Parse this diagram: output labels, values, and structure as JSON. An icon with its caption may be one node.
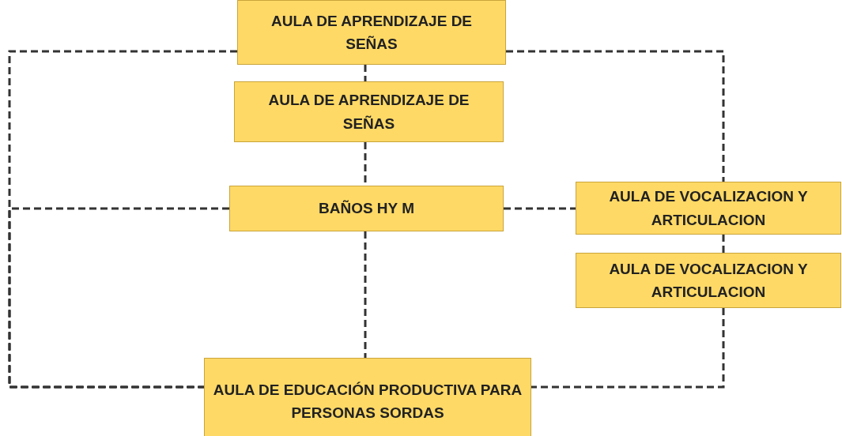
{
  "diagram": {
    "nodes": [
      {
        "text": [
          "AULA DE APRENDIZAJE DE SEÑAS"
        ]
      },
      {
        "text": [
          "AULA DE APRENDIZAJE DE SEÑAS"
        ]
      },
      {
        "text": [
          "BAÑOS HY M"
        ]
      },
      {
        "text": [
          "AULA DE VOCALIZACION Y ARTICULACION"
        ]
      },
      {
        "text": [
          "AULA DE VOCALIZACION Y ARTICULACION"
        ]
      },
      {
        "text": [
          "AULA DE EDUCACIÓN PRODUCTIVA PARA PERSONAS SORDAS"
        ]
      }
    ],
    "edges": [
      {
        "from": 0,
        "to": 1,
        "arrow": "none",
        "style": "dashed"
      },
      {
        "from": 1,
        "to": 2,
        "arrow": "none",
        "style": "dashed"
      },
      {
        "from": 2,
        "to": 5,
        "arrow": "none",
        "style": "dashed"
      },
      {
        "from": 2,
        "to": 3,
        "arrow": "none",
        "style": "dashed"
      },
      {
        "from": 0,
        "to": 5,
        "arrow": "none",
        "style": "dashed"
      },
      {
        "from": 2,
        "to": 5,
        "arrow": "none",
        "style": "dashed"
      },
      {
        "from": 0,
        "to": 3,
        "arrow": "none",
        "style": "dashed"
      },
      {
        "from": 3,
        "to": 4,
        "arrow": "none",
        "style": "dashed"
      },
      {
        "from": 4,
        "to": 5,
        "arrow": "none",
        "style": "dashed"
      }
    ]
  }
}
